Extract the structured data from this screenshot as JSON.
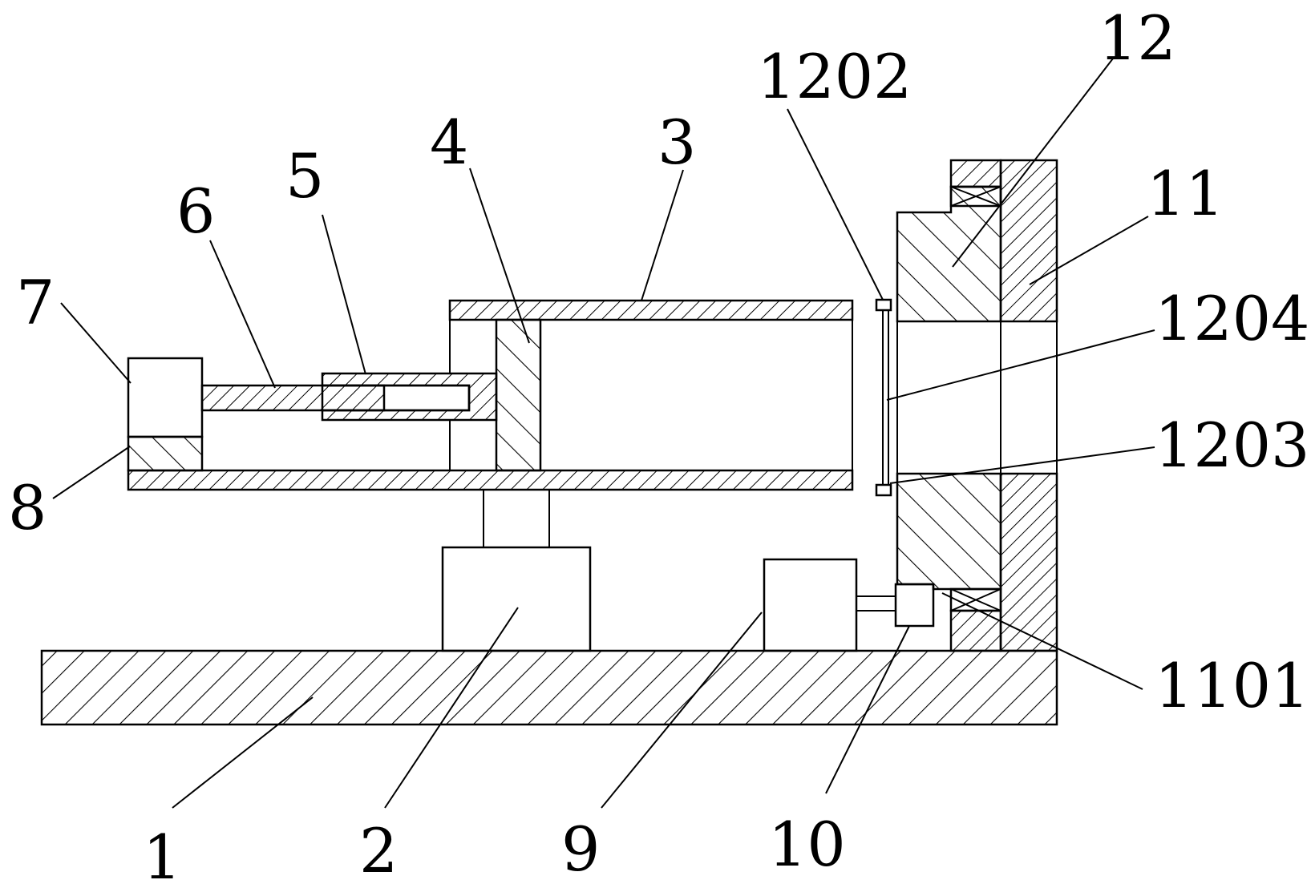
{
  "labels": {
    "l1": "1",
    "l2": "2",
    "l3": "3",
    "l4": "4",
    "l5": "5",
    "l6": "6",
    "l7": "7",
    "l8": "8",
    "l9": "9",
    "l10": "10",
    "l11": "11",
    "l12": "12",
    "l1101": "1101",
    "l1202": "1202",
    "l1203": "1203",
    "l1204": "1204"
  }
}
